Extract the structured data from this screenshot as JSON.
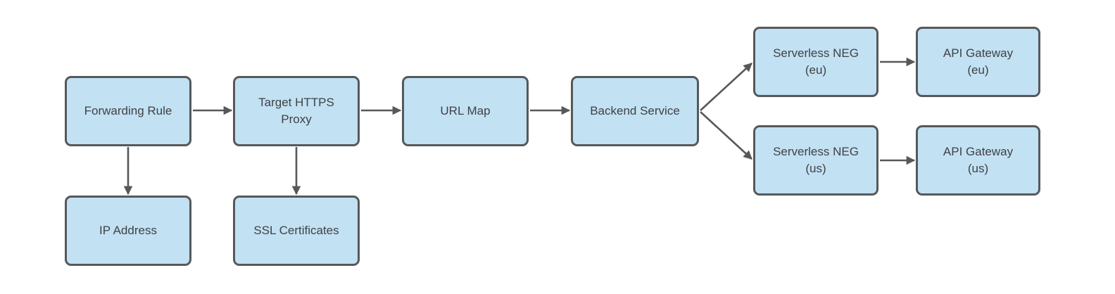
{
  "diagram": {
    "colors": {
      "node_fill": "#c2e1f3",
      "node_border": "#56585b",
      "arrow": "#56585b",
      "text": "#3f4245",
      "background": "#ffffff"
    },
    "nodes": [
      {
        "id": "forwarding-rule",
        "label": "Forwarding Rule",
        "lines": [
          "Forwarding Rule"
        ]
      },
      {
        "id": "target-https-proxy",
        "label": "Target HTTPS Proxy",
        "lines": [
          "Target HTTPS",
          "Proxy"
        ]
      },
      {
        "id": "url-map",
        "label": "URL Map",
        "lines": [
          "URL Map"
        ]
      },
      {
        "id": "backend-service",
        "label": "Backend Service",
        "lines": [
          "Backend Service"
        ]
      },
      {
        "id": "serverless-neg-eu",
        "label": "Serverless NEG (eu)",
        "lines": [
          "Serverless NEG",
          "(eu)"
        ]
      },
      {
        "id": "api-gateway-eu",
        "label": "API Gateway (eu)",
        "lines": [
          "API Gateway",
          "(eu)"
        ]
      },
      {
        "id": "serverless-neg-us",
        "label": "Serverless NEG (us)",
        "lines": [
          "Serverless NEG",
          "(us)"
        ]
      },
      {
        "id": "api-gateway-us",
        "label": "API Gateway (us)",
        "lines": [
          "API Gateway",
          "(us)"
        ]
      },
      {
        "id": "ip-address",
        "label": "IP Address",
        "lines": [
          "IP Address"
        ]
      },
      {
        "id": "ssl-certificates",
        "label": "SSL Certificates",
        "lines": [
          "SSL Certificates"
        ]
      }
    ],
    "edges": [
      {
        "from": "forwarding-rule",
        "to": "target-https-proxy",
        "direction": "right"
      },
      {
        "from": "target-https-proxy",
        "to": "url-map",
        "direction": "right"
      },
      {
        "from": "url-map",
        "to": "backend-service",
        "direction": "right"
      },
      {
        "from": "backend-service",
        "to": "serverless-neg-eu",
        "direction": "up-right"
      },
      {
        "from": "backend-service",
        "to": "serverless-neg-us",
        "direction": "down-right"
      },
      {
        "from": "serverless-neg-eu",
        "to": "api-gateway-eu",
        "direction": "right"
      },
      {
        "from": "serverless-neg-us",
        "to": "api-gateway-us",
        "direction": "right"
      },
      {
        "from": "forwarding-rule",
        "to": "ip-address",
        "direction": "down"
      },
      {
        "from": "target-https-proxy",
        "to": "ssl-certificates",
        "direction": "down"
      }
    ]
  }
}
